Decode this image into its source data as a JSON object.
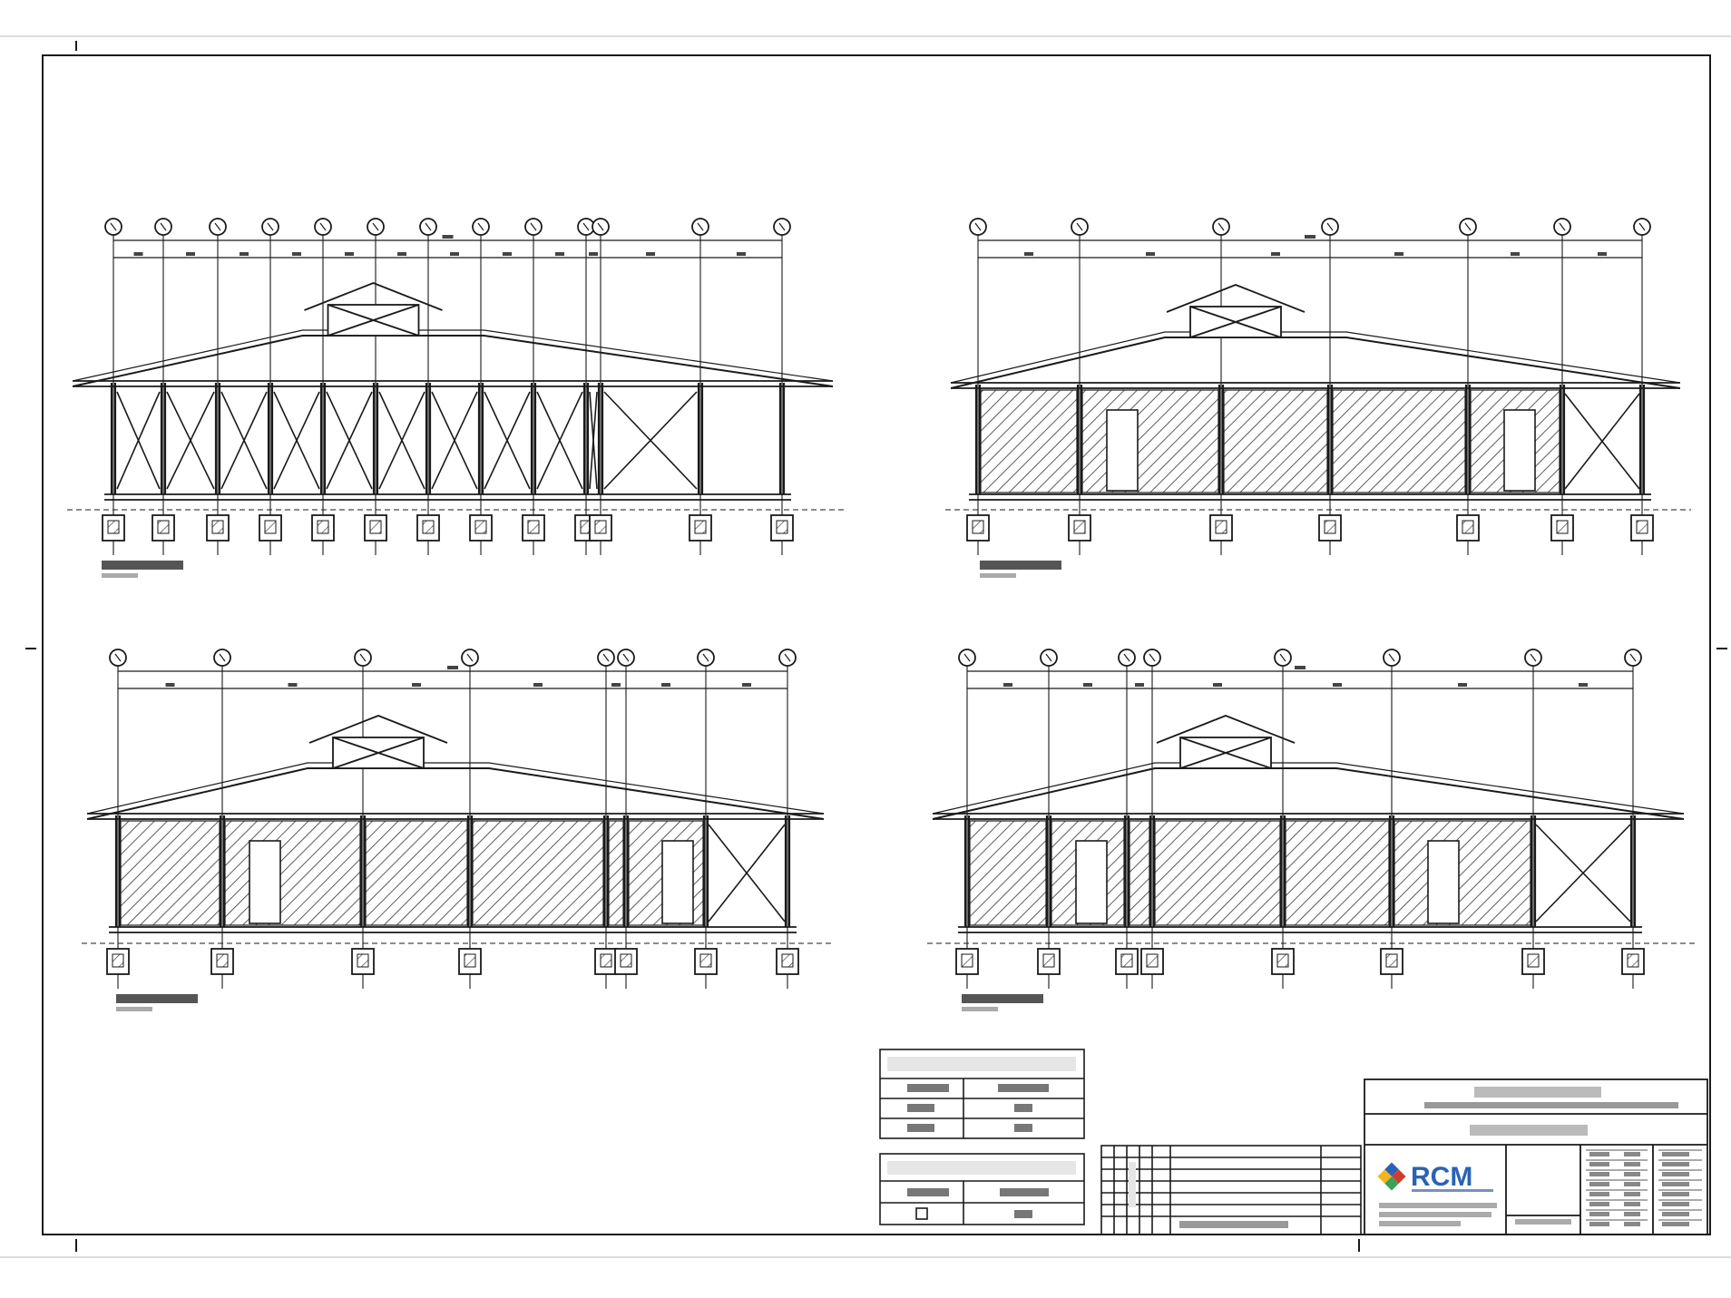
{
  "colors": {
    "ink": "#1a1a1a",
    "hatch": "#333333",
    "paper": "#ffffff",
    "logo_blue": "#2a63b6",
    "logo_red": "#d23b2e",
    "logo_yellow": "#f2b51d",
    "logo_green": "#3aa15a"
  },
  "title_block": {
    "logo_text": "RCM"
  },
  "elevations": [
    {
      "id": "elevation-1",
      "type": "framing"
    },
    {
      "id": "elevation-2",
      "type": "clad"
    },
    {
      "id": "elevation-3",
      "type": "clad"
    },
    {
      "id": "elevation-4",
      "type": "clad"
    }
  ]
}
